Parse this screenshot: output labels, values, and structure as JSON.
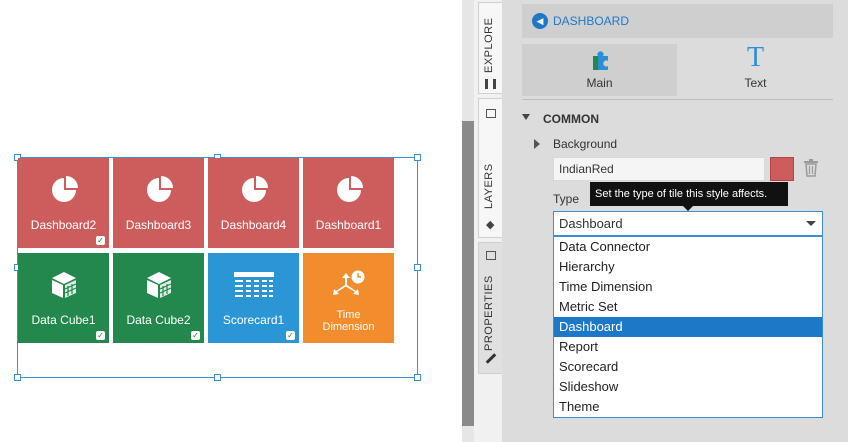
{
  "canvas": {
    "tiles": [
      {
        "label": "Dashboard2",
        "color": "#cd5c5c",
        "icon": "pie-chart-icon",
        "checked": true
      },
      {
        "label": "Dashboard3",
        "color": "#cd5c5c",
        "icon": "pie-chart-icon",
        "checked": false
      },
      {
        "label": "Dashboard4",
        "color": "#cd5c5c",
        "icon": "pie-chart-icon",
        "checked": false
      },
      {
        "label": "Dashboard1",
        "color": "#cd5c5c",
        "icon": "pie-chart-icon",
        "checked": false
      },
      {
        "label": "Data Cube1",
        "color": "#22884d",
        "icon": "data-cube-icon",
        "checked": true
      },
      {
        "label": "Data Cube2",
        "color": "#22884d",
        "icon": "data-cube-icon",
        "checked": true
      },
      {
        "label": "Scorecard1",
        "color": "#2b96d6",
        "icon": "scorecard-icon",
        "checked": true
      },
      {
        "label": "Time Dimension",
        "color": "#f28d2d",
        "icon": "time-dimension-icon",
        "checked": false
      }
    ]
  },
  "side_tabs": {
    "explore": "EXPLORE",
    "layers": "LAYERS",
    "properties": "PROPERTIES"
  },
  "panel": {
    "back_label": "DASHBOARD",
    "style_tabs": {
      "main": "Main",
      "text": "Text",
      "text_icon_glyph": "T"
    },
    "section_header": "COMMON",
    "background_label": "Background",
    "background_value": "IndianRed",
    "background_swatch_color": "#cd5c5c",
    "type_label": "Type",
    "type_tooltip": "Set the type of tile this style affects.",
    "type_selected": "Dashboard",
    "type_options": [
      "Data Connector",
      "Hierarchy",
      "Time Dimension",
      "Metric Set",
      "Dashboard",
      "Report",
      "Scorecard",
      "Slideshow",
      "Theme"
    ],
    "highlighted_option": "Dashboard"
  }
}
